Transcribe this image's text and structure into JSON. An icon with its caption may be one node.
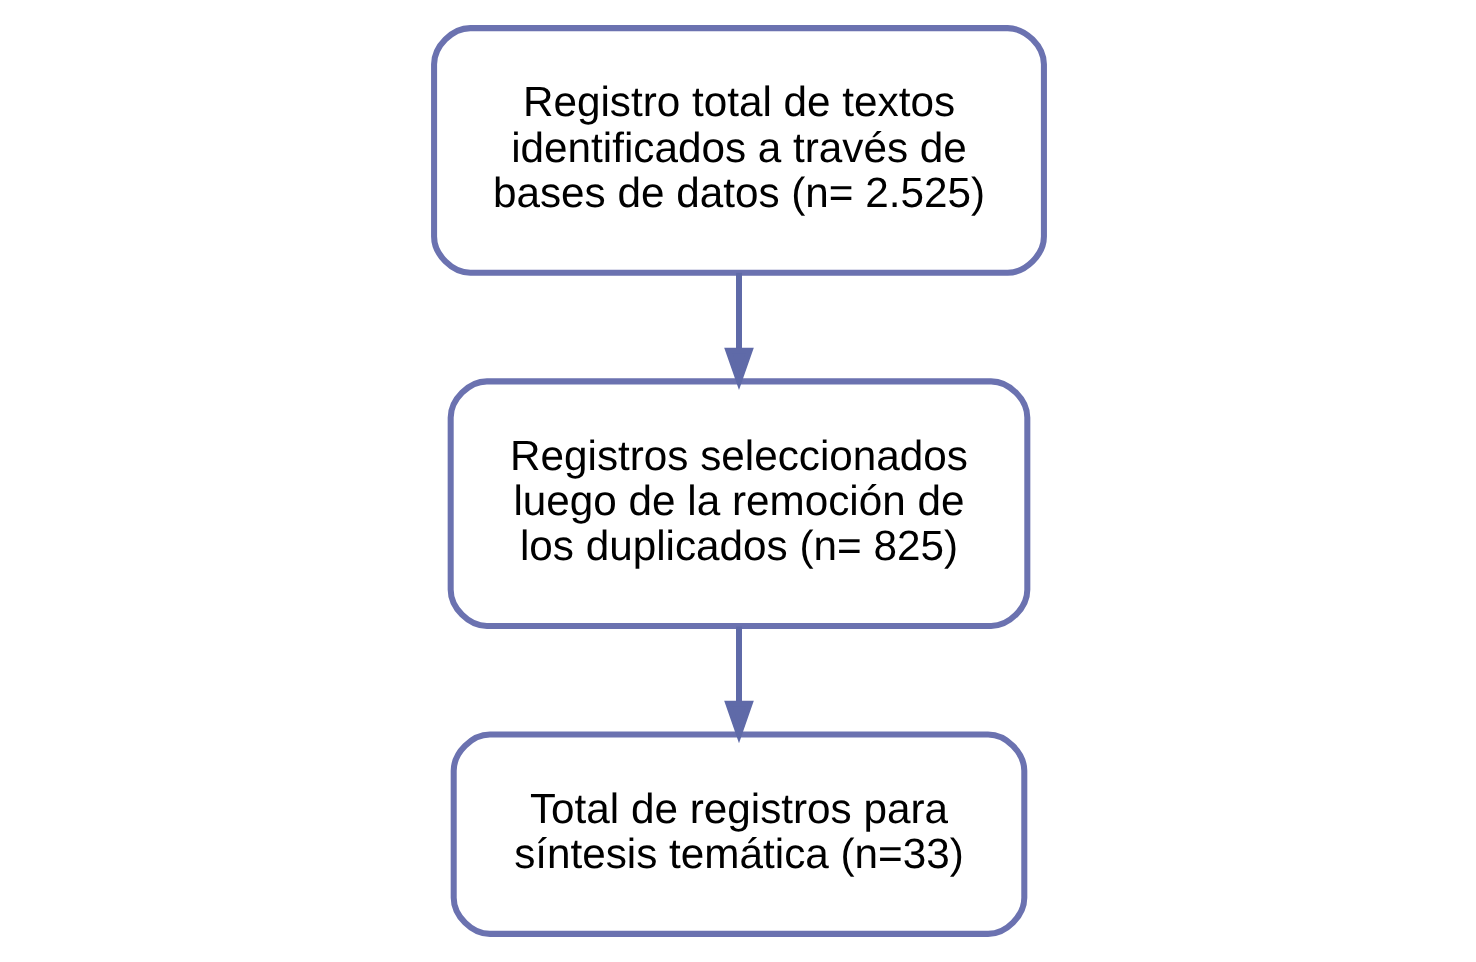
{
  "diagram": {
    "nodes": [
      {
        "text": [
          "Registro total de textos identificados a través de bases de datos (n= 2.525)"
        ]
      },
      {
        "text": [
          "Registros seleccionados luego de la remoción de los duplicados (n= 825)"
        ]
      },
      {
        "text": [
          "Total de registros para síntesis temática (n=33)"
        ]
      }
    ],
    "edges": [
      {
        "from": 0,
        "to": 1,
        "arrow": "to"
      },
      {
        "from": 1,
        "to": 2,
        "arrow": "to"
      }
    ]
  }
}
